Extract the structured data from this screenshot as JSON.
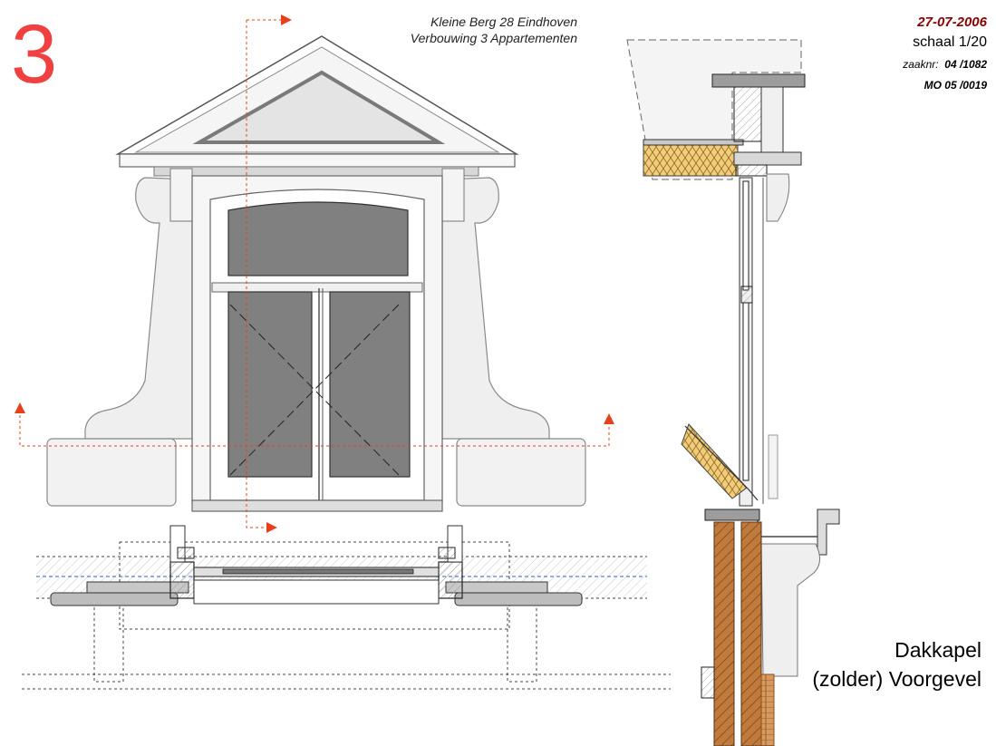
{
  "sheet": {
    "number": "3",
    "project_line_1": "Kleine Berg 28  Eindhoven",
    "project_line_2": "Verbouwing 3 Appartementen",
    "date": "27-07-2006",
    "scale": "schaal 1/20",
    "case_label": "zaaknr:",
    "case_number": "04 /1082",
    "mo_number": "MO 05 /0019",
    "title_line_1": "Dakkapel",
    "title_line_2": "(zolder) Voorgevel"
  },
  "colors": {
    "sheet_number": "#f04040",
    "date": "#8b0000",
    "section_marker": "#e8401c",
    "glass": "#808080",
    "masonry": "#b5651d",
    "insulation": "#f3cc78",
    "stone": "#e6e6e6"
  }
}
